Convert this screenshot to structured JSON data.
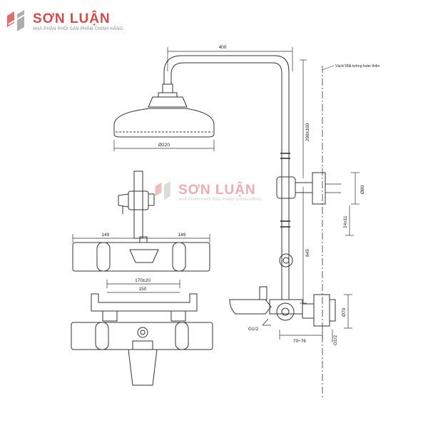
{
  "brand": {
    "name": "SƠN LUẬN",
    "tagline": "NHÀ PHÂN PHỐI SẢN PHẨM CHÍNH HÃNG",
    "color": "#d24b4b"
  },
  "dimensions": {
    "top_width": "400",
    "head_diameter": "Ø220",
    "vertical_height": "298±100",
    "wall_note": "Vách/ Mặt tường hoàn thiện",
    "flange_diameter": "Ø80",
    "bracket_offset": "24±11",
    "riser_length": "845",
    "mixer_diameter": "Ø70",
    "mixer_depth": "70÷76",
    "inlet_left": "G1/2",
    "inlet_right": "G1/2",
    "side_left": "149",
    "side_right": "149",
    "center_span": "170±20",
    "connector_span": "150"
  }
}
